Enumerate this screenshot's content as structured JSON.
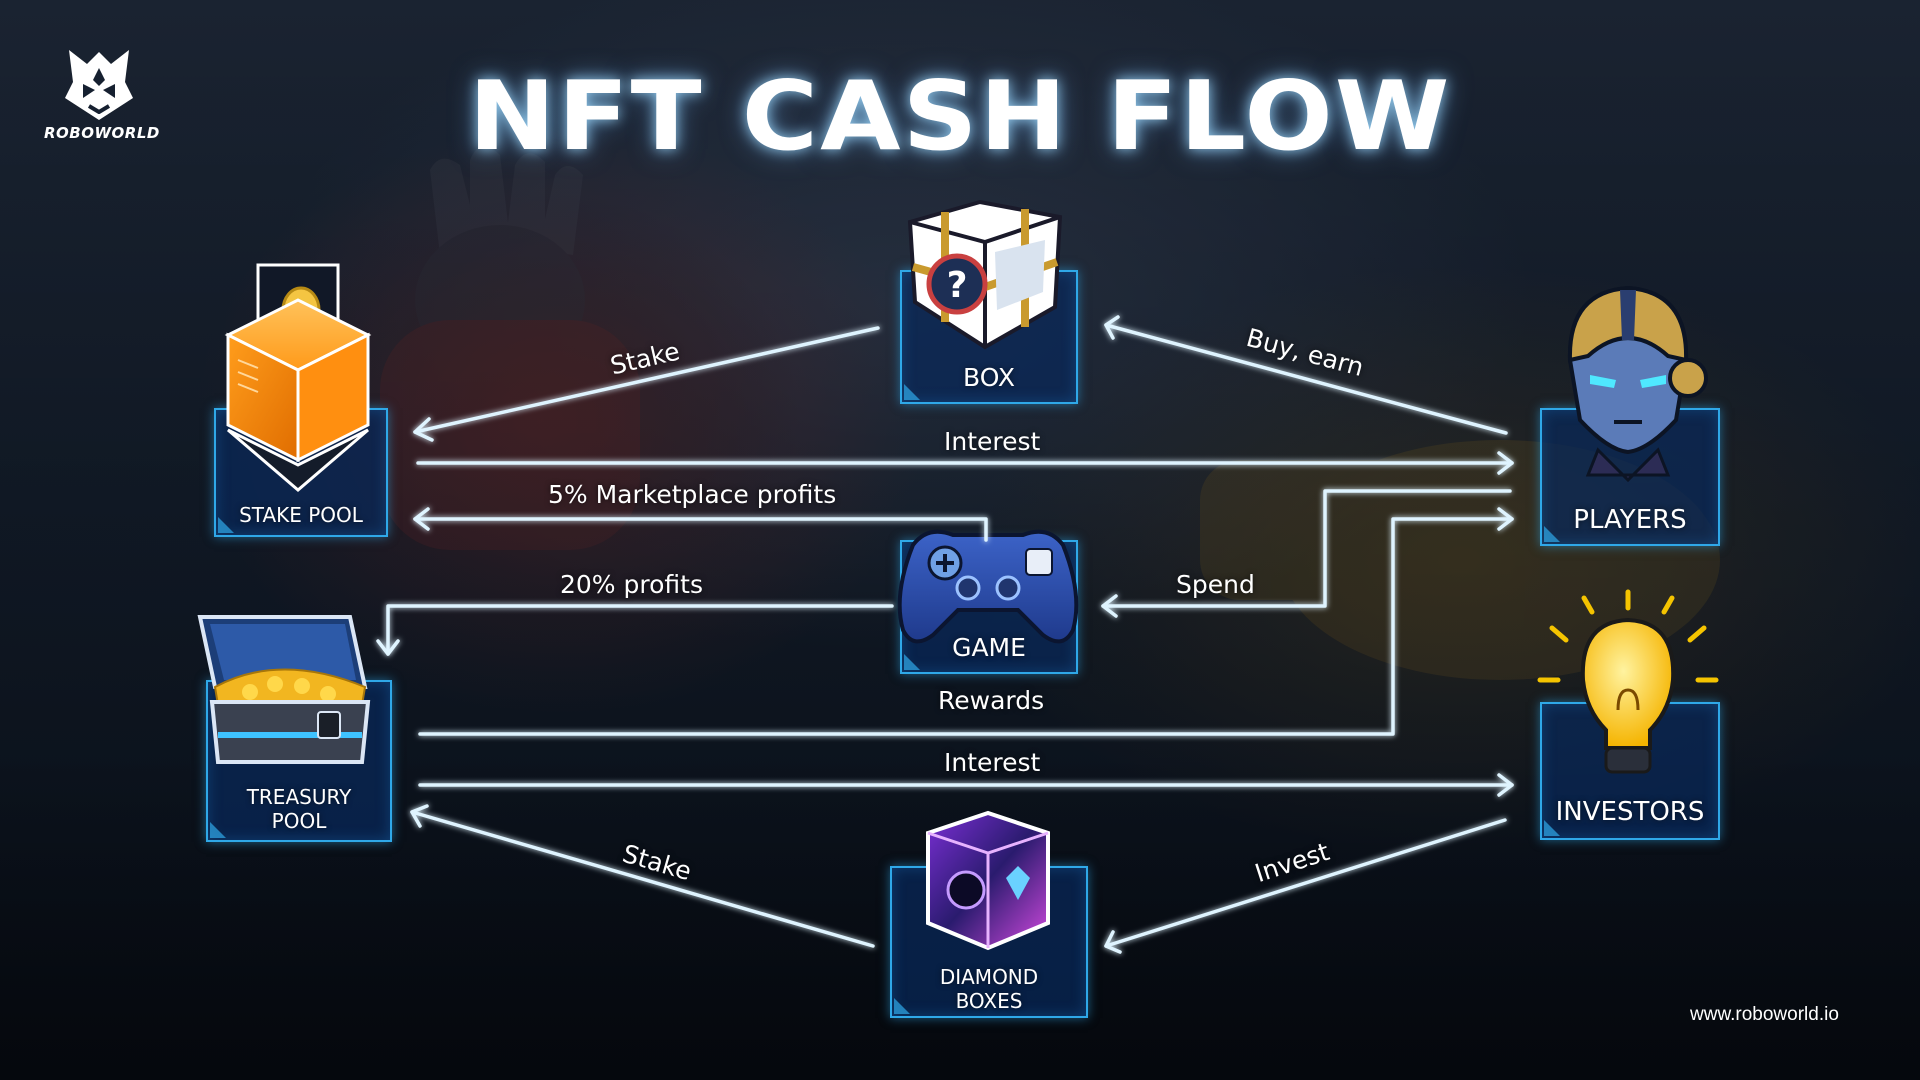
{
  "title": "NFT CASH FLOW",
  "brand": {
    "name": "ROBOWORLD",
    "icon": "roboworld-logo-icon",
    "url": "www.roboworld.io"
  },
  "colors": {
    "background": "#121b28",
    "node_fill": "#0a2a5c",
    "node_border": "#2fa8e8",
    "arrow": "#dff4ff",
    "arrow_glow": "#5cc8ff"
  },
  "nodes": {
    "box": {
      "label": "BOX",
      "icon": "mystery-cube-icon"
    },
    "stake_pool": {
      "label": "STAKE POOL",
      "icon": "orange-deposit-box-icon"
    },
    "players": {
      "label": "PLAYERS",
      "icon": "robot-player-head-icon"
    },
    "game": {
      "label": "GAME",
      "icon": "gamepad-icon"
    },
    "treasury_pool": {
      "line1": "TREASURY",
      "line2": "POOL",
      "icon": "treasure-chest-icon"
    },
    "investors": {
      "label": "INVESTORS",
      "icon": "lightbulb-icon"
    },
    "diamond_boxes": {
      "line1": "DIAMOND",
      "line2": "BOXES",
      "icon": "diamond-box-icon"
    }
  },
  "flows": {
    "stake_top": "Stake",
    "buy_earn": "Buy, earn",
    "interest_top": "Interest",
    "marketplace": "5% Marketplace profits",
    "profits_20": "20% profits",
    "spend": "Spend",
    "rewards": "Rewards",
    "interest_bottom": "Interest",
    "stake_bottom": "Stake",
    "invest": "Invest"
  }
}
